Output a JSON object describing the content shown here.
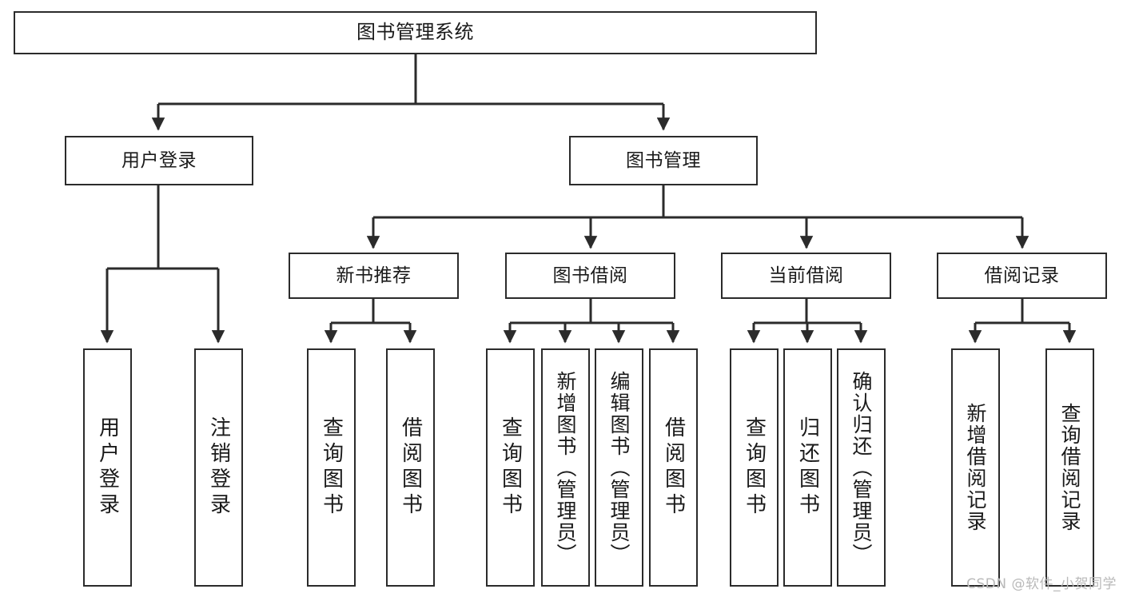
{
  "diagram": {
    "type": "tree-hierarchy",
    "title": "图书管理系统",
    "nodes": {
      "root": {
        "label": "图书管理系统"
      },
      "level1": [
        {
          "id": "user-login",
          "label": "用户登录"
        },
        {
          "id": "book-management",
          "label": "图书管理"
        }
      ],
      "level2": [
        {
          "id": "new-book-recommend",
          "label": "新书推荐",
          "parent": "book-management"
        },
        {
          "id": "book-borrow",
          "label": "图书借阅",
          "parent": "book-management"
        },
        {
          "id": "current-borrow",
          "label": "当前借阅",
          "parent": "book-management"
        },
        {
          "id": "borrow-record",
          "label": "借阅记录",
          "parent": "book-management"
        }
      ],
      "leaves": [
        {
          "id": "leaf-user-login",
          "label": "用户登录",
          "parent": "user-login"
        },
        {
          "id": "leaf-logout-login",
          "label": "注销登录",
          "parent": "user-login"
        },
        {
          "id": "leaf-query-book-1",
          "label": "查询图书",
          "parent": "new-book-recommend"
        },
        {
          "id": "leaf-borrow-book-1",
          "label": "借阅图书",
          "parent": "new-book-recommend"
        },
        {
          "id": "leaf-query-book-2",
          "label": "查询图书",
          "parent": "book-borrow"
        },
        {
          "id": "leaf-add-book",
          "label": "新增图书（管理员）",
          "parent": "book-borrow"
        },
        {
          "id": "leaf-edit-book",
          "label": "编辑图书（管理员）",
          "parent": "book-borrow"
        },
        {
          "id": "leaf-borrow-book-2",
          "label": "借阅图书",
          "parent": "book-borrow"
        },
        {
          "id": "leaf-query-book-3",
          "label": "查询图书",
          "parent": "current-borrow"
        },
        {
          "id": "leaf-return-book",
          "label": "归还图书",
          "parent": "current-borrow"
        },
        {
          "id": "leaf-confirm-return",
          "label": "确认归还（管理员）",
          "parent": "current-borrow"
        },
        {
          "id": "leaf-add-record",
          "label": "新增借阅记录",
          "parent": "borrow-record"
        },
        {
          "id": "leaf-query-record",
          "label": "查询借阅记录",
          "parent": "borrow-record"
        }
      ]
    },
    "colors": {
      "stroke": "#2b2b2b",
      "fill": "#ffffff",
      "text": "#1a1a1a",
      "watermark": "#b9b9b9"
    }
  },
  "watermark": {
    "text": "CSDN @软件_小贺同学"
  }
}
